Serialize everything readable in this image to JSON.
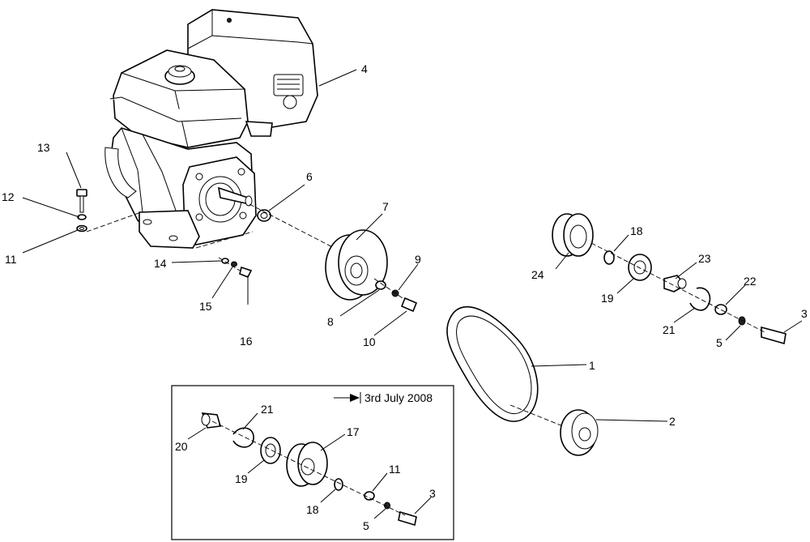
{
  "diagram": {
    "callouts": {
      "c1": "1",
      "c2": "2",
      "c3a": "3",
      "c3b": "3",
      "c4": "4",
      "c5a": "5",
      "c5b": "5",
      "c6": "6",
      "c7": "7",
      "c8": "8",
      "c9": "9",
      "c10": "10",
      "c11a": "11",
      "c11b": "11",
      "c12": "12",
      "c13": "13",
      "c14": "14",
      "c15": "15",
      "c16": "16",
      "c17": "17",
      "c18a": "18",
      "c18b": "18",
      "c19a": "19",
      "c19b": "19",
      "c20": "20",
      "c21a": "21",
      "c21b": "21",
      "c22": "22",
      "c23": "23",
      "c24": "24"
    },
    "inset": {
      "date_label": "3rd July 2008"
    }
  }
}
